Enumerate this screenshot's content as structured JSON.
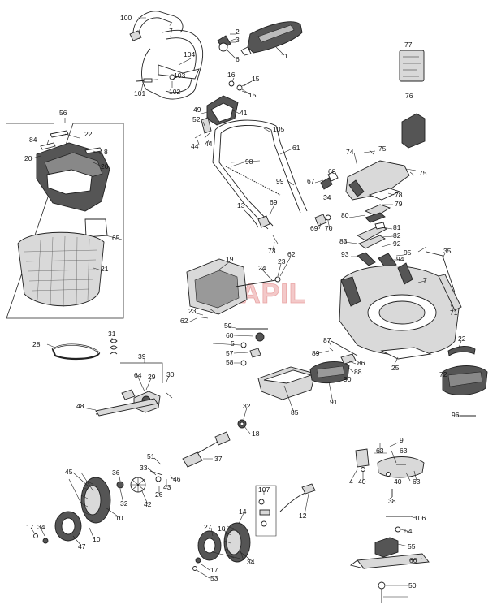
{
  "watermark": "ARAPIL",
  "part_numbers": [
    "100",
    "1",
    "2",
    "3",
    "6",
    "104",
    "11",
    "103",
    "102",
    "101",
    "16",
    "15",
    "15",
    "77",
    "76",
    "56",
    "22",
    "84",
    "8",
    "20",
    "20",
    "49",
    "41",
    "52",
    "44",
    "44",
    "105",
    "61",
    "74",
    "75",
    "75",
    "98",
    "67",
    "68",
    "99",
    "34",
    "78",
    "79",
    "13",
    "69",
    "69",
    "70",
    "80",
    "81",
    "82",
    "83",
    "92",
    "73",
    "62",
    "19",
    "23",
    "24",
    "65",
    "21",
    "93",
    "94",
    "95",
    "35",
    "7",
    "71",
    "23",
    "62",
    "59",
    "60",
    "5",
    "87",
    "57",
    "58",
    "89",
    "86",
    "88",
    "90",
    "22",
    "25",
    "72",
    "28",
    "31",
    "39",
    "64",
    "29",
    "30",
    "48",
    "85",
    "91",
    "96",
    "32",
    "18",
    "9",
    "63",
    "63",
    "4",
    "40",
    "40",
    "63",
    "51",
    "37",
    "33",
    "36",
    "46",
    "43",
    "26",
    "45",
    "32",
    "42",
    "10",
    "107",
    "12",
    "38",
    "17",
    "34",
    "47",
    "10",
    "27",
    "10",
    "14",
    "106",
    "54",
    "55",
    "66",
    "34",
    "17",
    "53",
    "50"
  ]
}
